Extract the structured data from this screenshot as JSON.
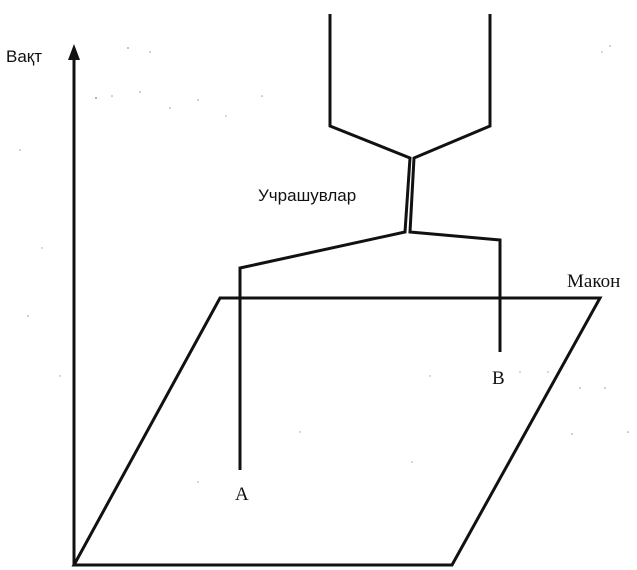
{
  "labels": {
    "time_axis": "Вақт",
    "space": "Макон",
    "meetings": "Учрашувлар",
    "point_a": "A",
    "point_b": "B"
  },
  "colors": {
    "ink": "#111111",
    "background": "#ffffff"
  }
}
